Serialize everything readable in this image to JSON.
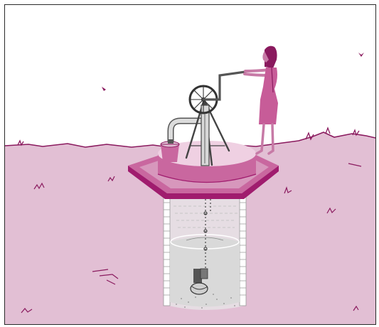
{
  "illustration": {
    "subject": "",
    "colors": {
      "border": "#2a2a2a",
      "ground": "#e2bfd4",
      "ground_line": "#8a1a5e",
      "accent": "#a01c6e",
      "accent_dark": "#7a1352",
      "platform_top": "#efd0e2",
      "platform_side": "#c9679f",
      "well_wall": "#e6dde3",
      "brick": "#b5b5b5",
      "water": "#d9d9d9",
      "well_floor": "#cfcfcf",
      "pipe": "#d8d8d8",
      "metal": "#555555",
      "skin": "#c77aa6",
      "dress": "#c75c98"
    },
    "elements": [
      "ground",
      "well-shaft",
      "water",
      "platform",
      "pump-wheel",
      "tripod",
      "outlet-pipe",
      "bucket",
      "chain",
      "plunger",
      "woman"
    ]
  }
}
